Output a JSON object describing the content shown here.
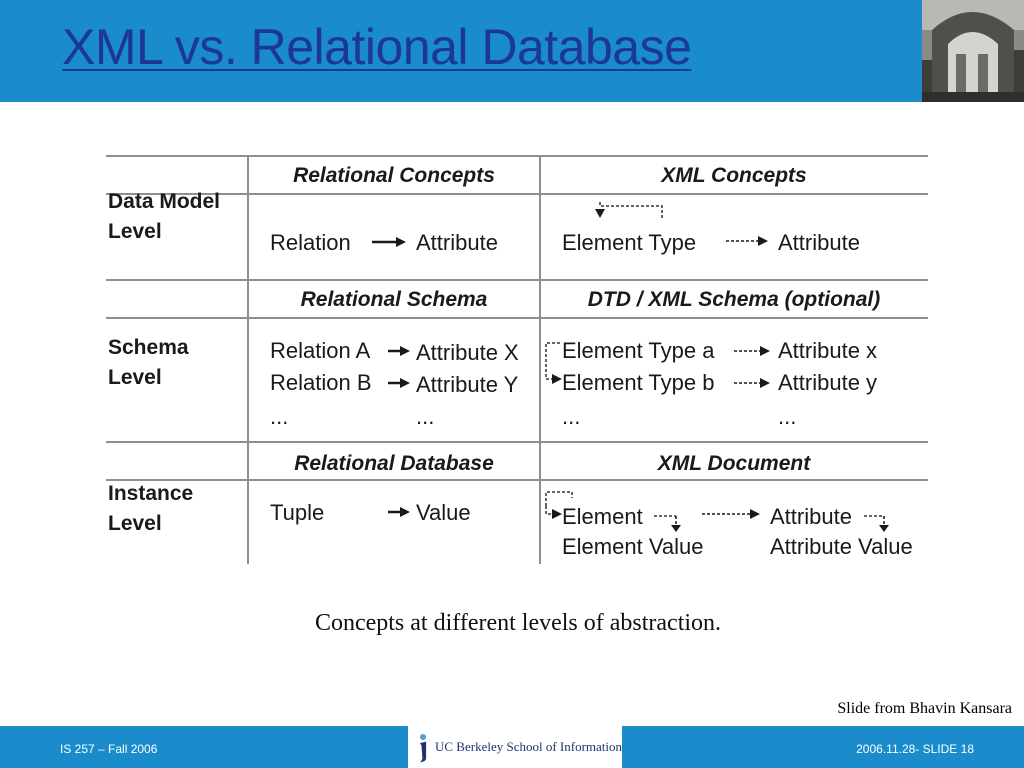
{
  "slide": {
    "title": "XML vs. Relational Database",
    "credit": "Slide from Bhavin Kansara",
    "caption": "Concepts at different levels of abstraction."
  },
  "table": {
    "levels": [
      "Data Model Level",
      "Schema Level",
      "Instance Level"
    ],
    "level_lines": [
      [
        "Data Model",
        "Level"
      ],
      [
        "Schema",
        "Level"
      ],
      [
        "Instance",
        "Level"
      ]
    ],
    "row1": {
      "rel_header": "Relational Concepts",
      "xml_header": "XML Concepts",
      "rel": [
        "Relation",
        "Attribute"
      ],
      "xml": [
        "Element Type",
        "Attribute"
      ]
    },
    "row2": {
      "rel_header": "Relational Schema",
      "xml_header": "DTD / XML Schema (optional)",
      "rel_left": [
        "Relation A",
        "Relation B",
        "..."
      ],
      "rel_right": [
        "Attribute X",
        "Attribute Y",
        "..."
      ],
      "xml_left": [
        "Element Type a",
        "Element Type b",
        "..."
      ],
      "xml_right": [
        "Attribute x",
        "Attribute y",
        "..."
      ]
    },
    "row3": {
      "rel_header": "Relational Database",
      "xml_header": "XML Document",
      "rel": [
        "Tuple",
        "Value"
      ],
      "xml_left": [
        "Element",
        "Element Value"
      ],
      "xml_right": [
        "Attribute",
        "Attribute Value"
      ]
    }
  },
  "footer": {
    "left": "IS 257 – Fall 2006",
    "logo_text": "UC Berkeley School of Information",
    "right": "2006.11.28- SLIDE 18"
  },
  "colors": {
    "bar": "#1a8ccc",
    "title": "#1c3894"
  }
}
